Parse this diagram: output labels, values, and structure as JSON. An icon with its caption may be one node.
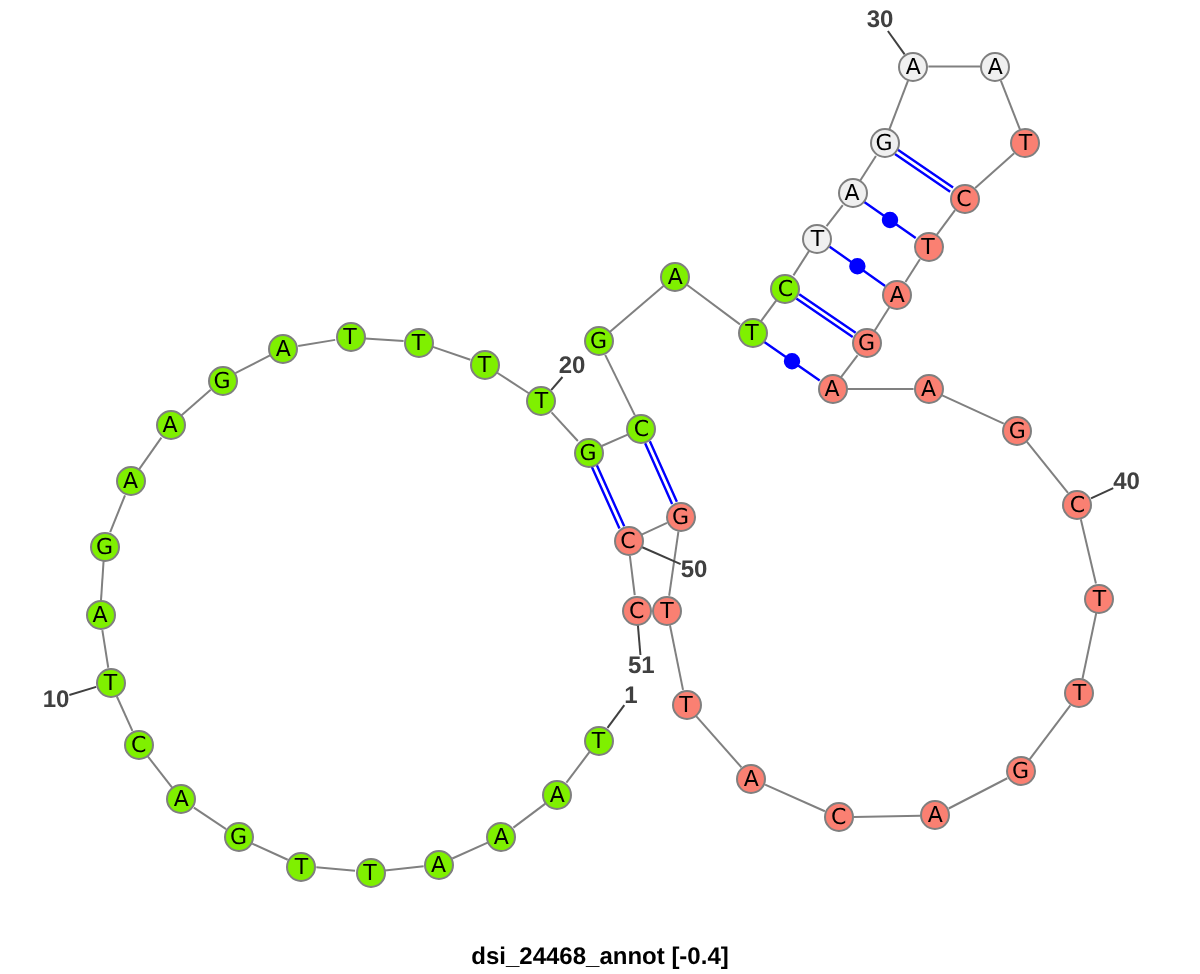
{
  "diagram": {
    "title": "dsi_24468_annot [-0.4]",
    "nodes": [
      {
        "text": [
          "T"
        ]
      },
      {
        "text": [
          "A"
        ]
      },
      {
        "text": [
          "A"
        ]
      },
      {
        "text": [
          "A"
        ]
      },
      {
        "text": [
          "T"
        ]
      },
      {
        "text": [
          "T"
        ]
      },
      {
        "text": [
          "G"
        ]
      },
      {
        "text": [
          "A"
        ]
      },
      {
        "text": [
          "C"
        ]
      },
      {
        "text": [
          "T"
        ]
      },
      {
        "text": [
          "A"
        ]
      },
      {
        "text": [
          "G"
        ]
      },
      {
        "text": [
          "A"
        ]
      },
      {
        "text": [
          "A"
        ]
      },
      {
        "text": [
          "G"
        ]
      },
      {
        "text": [
          "A"
        ]
      },
      {
        "text": [
          "T"
        ]
      },
      {
        "text": [
          "T"
        ]
      },
      {
        "text": [
          "T"
        ]
      },
      {
        "text": [
          "T"
        ]
      },
      {
        "text": [
          "G"
        ]
      },
      {
        "text": [
          "C"
        ]
      },
      {
        "text": [
          "G"
        ]
      },
      {
        "text": [
          "A"
        ]
      },
      {
        "text": [
          "T"
        ]
      },
      {
        "text": [
          "C"
        ]
      },
      {
        "text": [
          "T"
        ]
      },
      {
        "text": [
          "A"
        ]
      },
      {
        "text": [
          "G"
        ]
      },
      {
        "text": [
          "A"
        ]
      },
      {
        "text": [
          "A"
        ]
      },
      {
        "text": [
          "T"
        ]
      },
      {
        "text": [
          "C"
        ]
      },
      {
        "text": [
          "T"
        ]
      },
      {
        "text": [
          "A"
        ]
      },
      {
        "text": [
          "G"
        ]
      },
      {
        "text": [
          "A"
        ]
      },
      {
        "text": [
          "A"
        ]
      },
      {
        "text": [
          "G"
        ]
      },
      {
        "text": [
          "C"
        ]
      },
      {
        "text": [
          "T"
        ]
      },
      {
        "text": [
          "T"
        ]
      },
      {
        "text": [
          "G"
        ]
      },
      {
        "text": [
          "A"
        ]
      },
      {
        "text": [
          "C"
        ]
      },
      {
        "text": [
          "A"
        ]
      },
      {
        "text": [
          "T"
        ]
      },
      {
        "text": [
          "T"
        ]
      },
      {
        "text": [
          "G"
        ]
      },
      {
        "text": [
          "C"
        ]
      },
      {
        "text": [
          "C"
        ]
      },
      {
        "text": [
          "1"
        ]
      },
      {
        "text": [
          "10"
        ]
      },
      {
        "text": [
          "20"
        ]
      },
      {
        "text": [
          "30"
        ]
      },
      {
        "text": [
          "40"
        ]
      },
      {
        "text": [
          "50"
        ]
      },
      {
        "text": [
          "51"
        ]
      }
    ],
    "edges": [
      {
        "from": 0,
        "to": 1,
        "arrow": "none"
      },
      {
        "from": 1,
        "to": 2,
        "arrow": "none"
      },
      {
        "from": 2,
        "to": 3,
        "arrow": "none"
      },
      {
        "from": 3,
        "to": 4,
        "arrow": "none"
      },
      {
        "from": 4,
        "to": 5,
        "arrow": "none"
      },
      {
        "from": 5,
        "to": 6,
        "arrow": "none"
      },
      {
        "from": 6,
        "to": 7,
        "arrow": "none"
      },
      {
        "from": 7,
        "to": 8,
        "arrow": "none"
      },
      {
        "from": 8,
        "to": 9,
        "arrow": "none"
      },
      {
        "from": 9,
        "to": 10,
        "arrow": "none"
      },
      {
        "from": 10,
        "to": 11,
        "arrow": "none"
      },
      {
        "from": 11,
        "to": 12,
        "arrow": "none"
      },
      {
        "from": 12,
        "to": 13,
        "arrow": "none"
      },
      {
        "from": 13,
        "to": 14,
        "arrow": "none"
      },
      {
        "from": 14,
        "to": 15,
        "arrow": "none"
      },
      {
        "from": 15,
        "to": 16,
        "arrow": "none"
      },
      {
        "from": 16,
        "to": 17,
        "arrow": "none"
      },
      {
        "from": 17,
        "to": 18,
        "arrow": "none"
      },
      {
        "from": 18,
        "to": 19,
        "arrow": "none"
      },
      {
        "from": 19,
        "to": 20,
        "arrow": "none"
      },
      {
        "from": 20,
        "to": 21,
        "arrow": "none"
      },
      {
        "from": 21,
        "to": 22,
        "arrow": "none"
      },
      {
        "from": 22,
        "to": 23,
        "arrow": "none"
      },
      {
        "from": 23,
        "to": 24,
        "arrow": "none"
      },
      {
        "from": 24,
        "to": 25,
        "arrow": "none"
      },
      {
        "from": 25,
        "to": 26,
        "arrow": "none"
      },
      {
        "from": 26,
        "to": 27,
        "arrow": "none"
      },
      {
        "from": 27,
        "to": 28,
        "arrow": "none"
      },
      {
        "from": 28,
        "to": 29,
        "arrow": "none"
      },
      {
        "from": 29,
        "to": 30,
        "arrow": "none"
      },
      {
        "from": 30,
        "to": 31,
        "arrow": "none"
      },
      {
        "from": 31,
        "to": 32,
        "arrow": "none"
      },
      {
        "from": 32,
        "to": 33,
        "arrow": "none"
      },
      {
        "from": 33,
        "to": 34,
        "arrow": "none"
      },
      {
        "from": 34,
        "to": 35,
        "arrow": "none"
      },
      {
        "from": 35,
        "to": 36,
        "arrow": "none"
      },
      {
        "from": 36,
        "to": 37,
        "arrow": "none"
      },
      {
        "from": 37,
        "to": 38,
        "arrow": "none"
      },
      {
        "from": 38,
        "to": 39,
        "arrow": "none"
      },
      {
        "from": 39,
        "to": 40,
        "arrow": "none"
      },
      {
        "from": 40,
        "to": 41,
        "arrow": "none"
      },
      {
        "from": 41,
        "to": 42,
        "arrow": "none"
      },
      {
        "from": 42,
        "to": 43,
        "arrow": "none"
      },
      {
        "from": 43,
        "to": 44,
        "arrow": "none"
      },
      {
        "from": 44,
        "to": 45,
        "arrow": "none"
      },
      {
        "from": 45,
        "to": 46,
        "arrow": "none"
      },
      {
        "from": 46,
        "to": 47,
        "arrow": "none"
      },
      {
        "from": 47,
        "to": 48,
        "arrow": "none"
      },
      {
        "from": 48,
        "to": 49,
        "arrow": "none"
      },
      {
        "from": 49,
        "to": 50,
        "arrow": "none"
      },
      {
        "from": 20,
        "to": 49,
        "arrow": "none",
        "color": "#0000ff"
      },
      {
        "from": 21,
        "to": 48,
        "arrow": "none",
        "color": "#0000ff"
      },
      {
        "from": 24,
        "to": 36,
        "arrow": "none",
        "color": "#0000ff"
      },
      {
        "from": 25,
        "to": 35,
        "arrow": "none",
        "color": "#0000ff"
      },
      {
        "from": 26,
        "to": 34,
        "arrow": "none",
        "color": "#0000ff"
      },
      {
        "from": 27,
        "to": 33,
        "arrow": "none",
        "color": "#0000ff"
      },
      {
        "from": 28,
        "to": 32,
        "arrow": "none",
        "color": "#0000ff"
      },
      {
        "from": 51,
        "to": 0,
        "arrow": "none",
        "color": "#404040"
      },
      {
        "from": 52,
        "to": 9,
        "arrow": "none",
        "color": "#404040"
      },
      {
        "from": 53,
        "to": 19,
        "arrow": "none",
        "color": "#404040"
      },
      {
        "from": 54,
        "to": 29,
        "arrow": "none",
        "color": "#404040"
      },
      {
        "from": 55,
        "to": 39,
        "arrow": "none",
        "color": "#404040"
      },
      {
        "from": 56,
        "to": 49,
        "arrow": "none",
        "color": "#404040"
      },
      {
        "from": 57,
        "to": 50,
        "arrow": "none",
        "color": "#404040"
      }
    ]
  }
}
